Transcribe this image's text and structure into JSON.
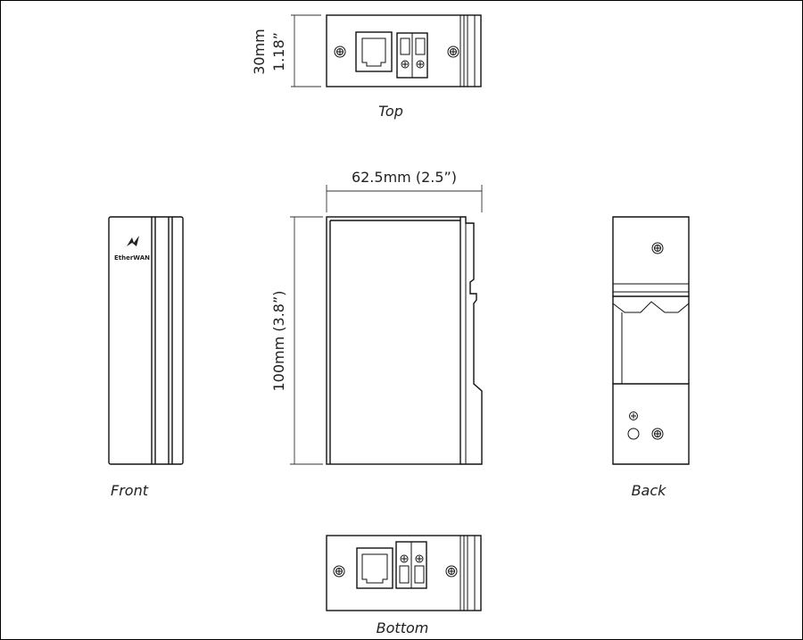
{
  "views": {
    "top": "Top",
    "front": "Front",
    "back": "Back",
    "bottom": "Bottom"
  },
  "dimensions": {
    "width": "62.5mm (2.5”)",
    "height": "100mm (3.8”)",
    "depth_mm": "30mm",
    "depth_in": "1.18”"
  },
  "logo_text": "EtherWAN"
}
